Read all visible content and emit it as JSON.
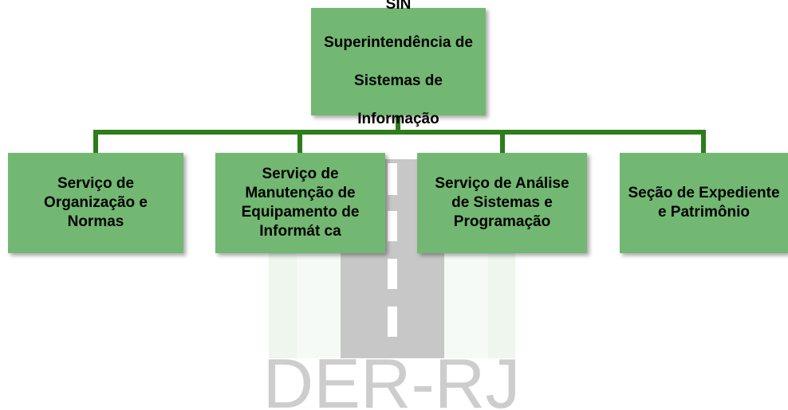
{
  "watermark": {
    "text": "DER-RJ",
    "colors": {
      "road": "#c7c7c7",
      "lane": "#ffffff",
      "frame": "#e6f2e6",
      "text": "#cdcdcd"
    }
  },
  "colors": {
    "box_fill": "#72b872",
    "connector": "#2e7d1a",
    "text": "#000000"
  },
  "org_chart": {
    "root": {
      "lines": [
        "SIN",
        "Superintendência de",
        "Sistemas de",
        "Informação"
      ]
    },
    "children": [
      {
        "text": "Serviço de\nOrganização e\nNormas"
      },
      {
        "text": "Serviço de\nManutenção de\nEquipamento de\nInformát ca"
      },
      {
        "text": "Serviço de Análise\nde Sistemas e\nProgramação"
      },
      {
        "text": "Seção de Expediente\ne Patrimônio"
      }
    ]
  }
}
